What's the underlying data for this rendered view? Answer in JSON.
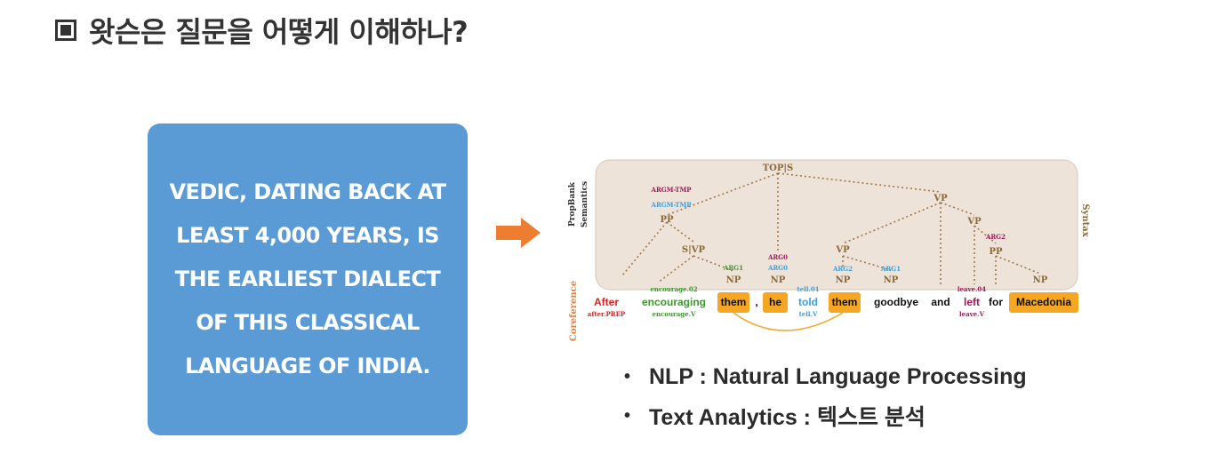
{
  "header": {
    "title": "왓슨은 질문을 어떻게 이해하나?",
    "icon": "square-bullet-icon"
  },
  "quote_card": {
    "lines": [
      "VEDIC, DATING BACK AT",
      "LEAST 4,000 YEARS,  IS",
      "THE EARLIEST DIALECT",
      "OF THIS CLASSICAL",
      "LANGUAGE OF INDIA."
    ],
    "color": "#5b9bd5"
  },
  "arrow": {
    "icon": "right-arrow-icon",
    "color": "#ed7d31"
  },
  "diagram": {
    "side_labels": {
      "left_top": "PropBank\nSemantics",
      "left_bottom": "Coreference",
      "right": "Syntax"
    },
    "nodes": {
      "top": "TOP|S",
      "pp": "PP",
      "s_vp": "S|VP",
      "np1": "NP",
      "np2": "NP",
      "vp_mid": "VP",
      "np3": "NP",
      "np4": "NP",
      "vp_top": "VP",
      "vp_right": "VP",
      "pp_right": "PP",
      "np_right": "NP"
    },
    "args": {
      "argm_tmp_1": "ARGM-TMP",
      "argm_tmp_2": "ARGM-TMP",
      "arg1_a": "ARG1",
      "arg0_a": "ARG0",
      "arg0_b": "ARG0",
      "arg2_a": "ARG2",
      "arg1_b": "ARG1",
      "arg2_b": "ARG2"
    },
    "senses": {
      "encourage_02": "encourage.02",
      "encourage_v": "encourage.V",
      "after_prep": "after.PREP",
      "tell_01": "tell.01",
      "tell_v": "tell.V",
      "leave_04": "leave.04",
      "leave_v": "leave.V"
    },
    "words": [
      "After",
      "encouraging",
      "them",
      ",",
      "he",
      "told",
      "them",
      "goodbye",
      "and",
      "left",
      "for",
      "Macedonia"
    ]
  },
  "bullets": [
    {
      "text": "NLP : Natural Language Processing"
    },
    {
      "text": "Text Analytics : 텍스트 분석"
    }
  ]
}
